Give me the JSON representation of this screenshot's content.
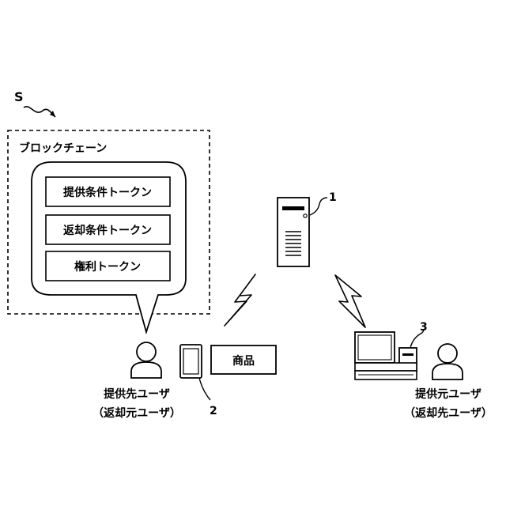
{
  "system_ref": "S",
  "blockchain": {
    "title": "ブロックチェーン",
    "tokens": [
      "提供条件トークン",
      "返却条件トークン",
      "権利トークン"
    ]
  },
  "server": {
    "ref": "1"
  },
  "provider_terminal": {
    "ref": "3"
  },
  "receiver_terminal": {
    "ref": "2"
  },
  "product": {
    "label": "商品"
  },
  "receiver_user": {
    "line1": "提供先ユーザ",
    "line2": "（返却元ユーザ）"
  },
  "provider_user": {
    "line1": "提供元ユーザ",
    "line2": "（返却先ユーザ）"
  }
}
